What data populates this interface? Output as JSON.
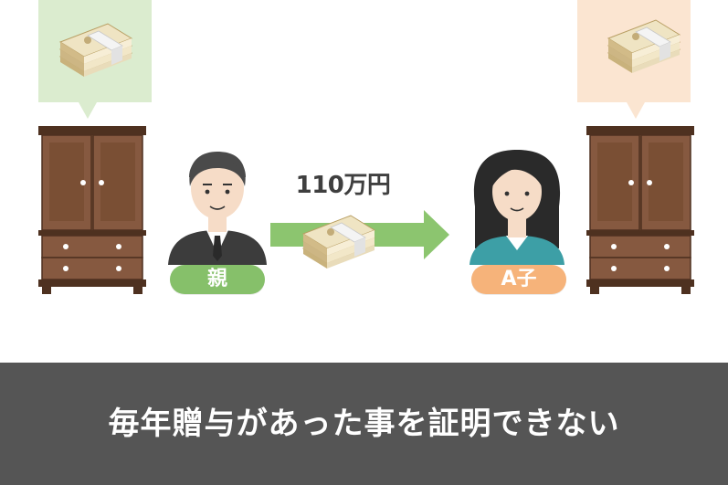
{
  "colors": {
    "bubble_left": "#dbeccf",
    "bubble_right": "#fbe5d1",
    "wardrobe": "#7a4f34",
    "wardrobe_dark": "#4e3120",
    "arrow": "#8cc56f",
    "pill_parent": "#86c06a",
    "pill_child": "#f6b37a",
    "banner": "#555555"
  },
  "transfer": {
    "amount": "110万円"
  },
  "parent": {
    "label": "親"
  },
  "child": {
    "label": "A子"
  },
  "banner": {
    "text": "毎年贈与があった事を証明できない"
  },
  "icons": [
    "cash-stack-icon",
    "wardrobe-icon",
    "father-icon",
    "daughter-icon",
    "right-arrow-icon"
  ]
}
